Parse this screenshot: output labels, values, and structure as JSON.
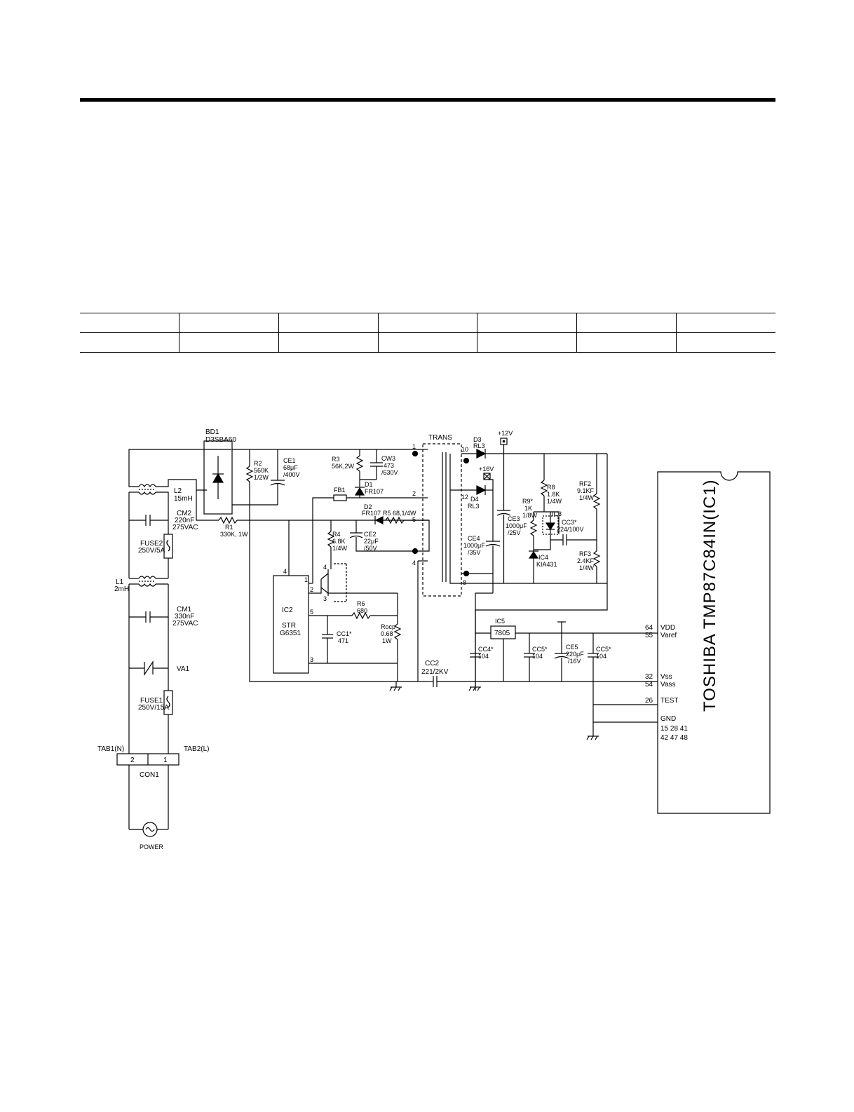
{
  "schematic": {
    "labels": {
      "bd1": "BD1",
      "bd1_part": "D3SBA60",
      "l2": "L2",
      "l2_val": "15mH",
      "cm2": "CM2",
      "cm2_val1": "220nF",
      "cm2_val2": "275VAC",
      "r1": "R1",
      "r1_val": "330K, 1W",
      "fuse2": "FUSE2",
      "fuse2_val": "250V/5A",
      "l1": "L1",
      "l1_val": "2mH",
      "cm1": "CM1",
      "cm1_val1": "330nF",
      "cm1_val2": "275VAC",
      "va1": "VA1",
      "fuse1": "FUSE1",
      "fuse1_val": "250V/15A",
      "tab1": "TAB1(N)",
      "tab2": "TAB2(L)",
      "con_pin2": "2",
      "con_pin1": "1",
      "con1": "CON1",
      "power": "POWER",
      "r2": "R2",
      "r2_val1": "560K",
      "r2_val2": "1/2W",
      "ce1": "CE1",
      "ce1_val1": "68μF",
      "ce1_val2": "/400V",
      "r3": "R3",
      "r3_val": "56K,2W",
      "cw3": "CW3",
      "cw3_val1": "473",
      "cw3_val2": "/630V",
      "d1": "D1",
      "d1_val": "FR107",
      "fb1": "FB1",
      "d2": "D2",
      "d2_val": "FR107",
      "r5": "R5 68,1/4W",
      "ce2": "CE2",
      "ce2_val1": "22μF",
      "ce2_val2": "/50V",
      "r4": "R4",
      "r4_val1": "6.8K",
      "r4_val2": "1/4W",
      "ic2": "IC2",
      "ic2_str": "STR",
      "ic2_part": "G6351",
      "ic2_p4": "4",
      "ic2_p1": "1",
      "ic2_p2": "2",
      "ic2_p5": "5",
      "ic2_p3": "3",
      "r6": "R6",
      "r6_val": "680",
      "cc1": "CC1*",
      "cc1_val": "471",
      "rocp": "Rocp",
      "rocp_val1": "0.68",
      "rocp_val2": "1W",
      "opto_4": "4",
      "opto_3": "3",
      "trans": "TRANS",
      "t_p1": "1",
      "t_p2": "2",
      "t_p5": "5",
      "t_p4": "4",
      "t_p10": "10",
      "t_p12": "12",
      "t_p8": "8",
      "cc2": "CC2",
      "cc2_val": "221/2KV",
      "d3": "D3",
      "d3_val": "RL3",
      "d4": "D4",
      "d4_val": "RL3",
      "v12": "+12V",
      "v16": "+16V",
      "ce3": "CE3",
      "ce3_val1": "1000μF",
      "ce3_val2": "/25V",
      "ce4": "CE4",
      "ce4_val1": "1000μF",
      "ce4_val2": "/35V",
      "r8": "R8",
      "r8_val1": "1.8K",
      "r8_val2": "1/4W",
      "r9": "R9*",
      "r9_val1": "1K",
      "r9_val2": "1/8W",
      "ic3": "IC3",
      "cc3": "CC3*",
      "cc3_val": "224/100V",
      "ic4": "IC4",
      "ic4_val": "KIA431",
      "rf2": "RF2",
      "rf2_val1": "9.1KF",
      "rf2_val2": "1/4W",
      "rf3": "RF3",
      "rf3_val1": "2.4KF",
      "rf3_val2": "1/4W",
      "ic5": "IC5",
      "ic5_part": "7805",
      "cc4": "CC4*",
      "cc4_val": "104",
      "cc5a": "CC5*",
      "cc5a_val": "104",
      "ce5": "CE5",
      "ce5_val1": "220μF",
      "ce5_val2": "/16V",
      "cc5b": "CC5*",
      "cc5b_val": "104",
      "pin64": "64",
      "pin55": "55",
      "vdd": "VDD",
      "varef": "Varef",
      "pin32": "32",
      "pin54": "54",
      "vss": "Vss",
      "vass": "Vass",
      "pin26": "26",
      "test": "TEST",
      "gnd": "GND",
      "gnd_pins1": "15  28  41",
      "gnd_pins2": "42  47  48",
      "ic1_title": "TOSHIBA  TMP87C84IN(IC1)"
    }
  }
}
